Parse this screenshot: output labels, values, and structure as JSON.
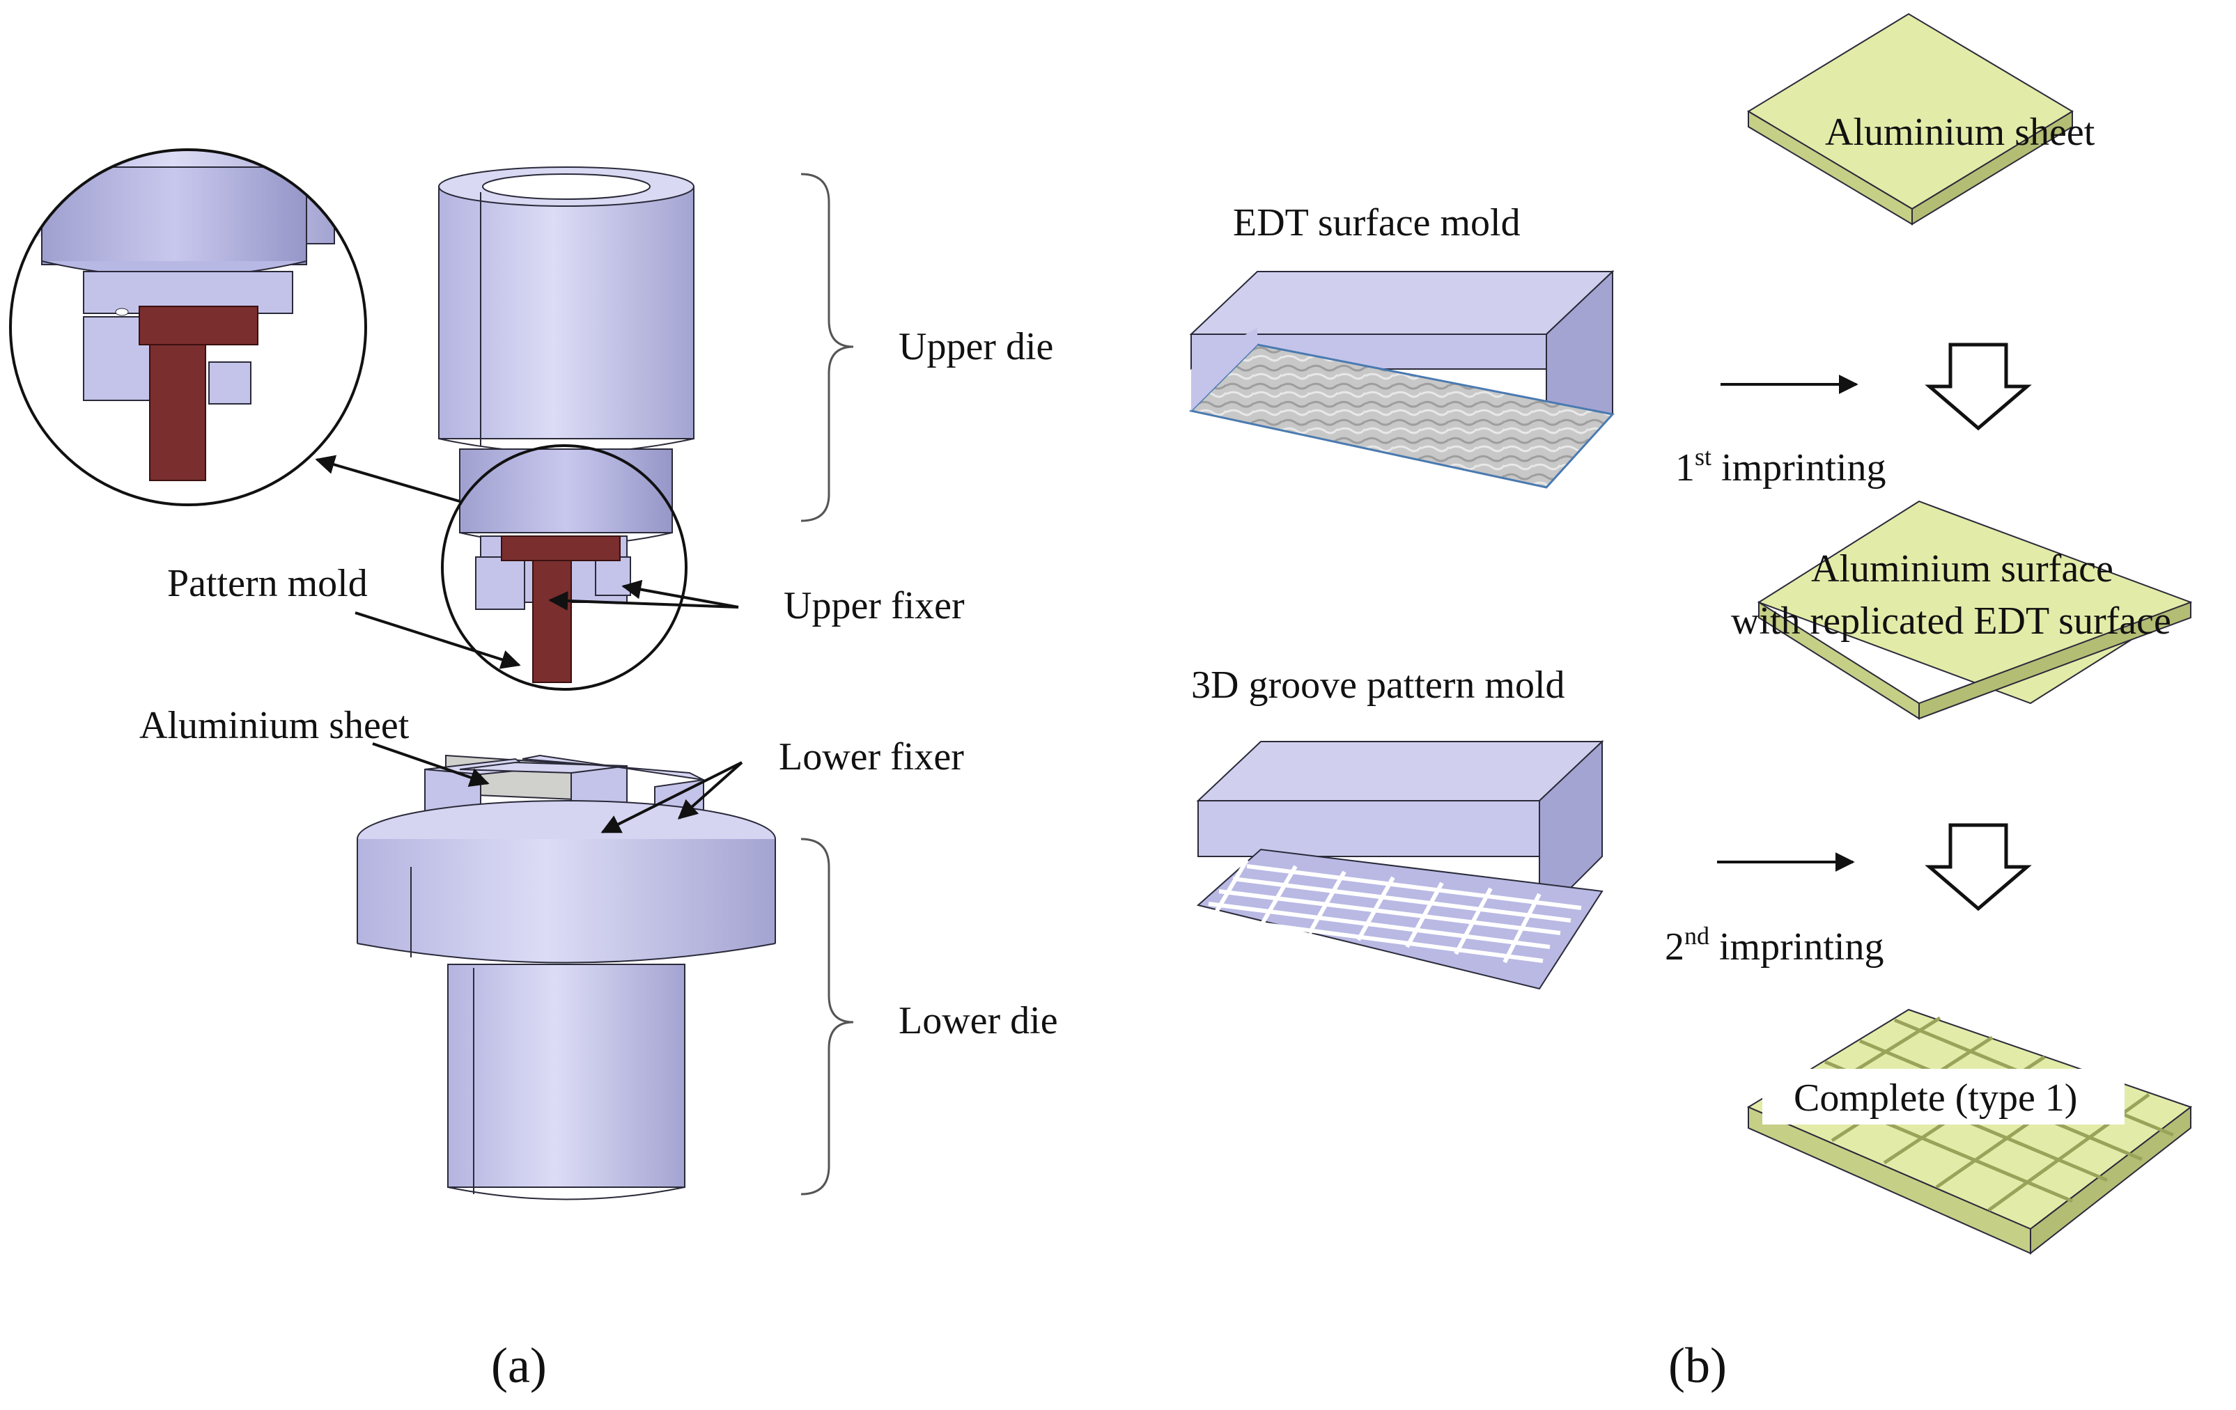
{
  "panel_a": {
    "caption": "(a)",
    "labels": {
      "upper_die": "Upper die",
      "upper_fixer": "Upper fixer",
      "pattern_mold": "Pattern mold",
      "aluminium_sheet": "Aluminium sheet",
      "lower_fixer": "Lower fixer",
      "lower_die": "Lower die"
    }
  },
  "panel_b": {
    "caption": "(b)",
    "molds": {
      "edt": "EDT surface mold",
      "groove": "3D groove pattern mold"
    },
    "steps": {
      "first": {
        "number": "1",
        "suffix": "st",
        "text": " imprinting"
      },
      "second": {
        "number": "2",
        "suffix": "nd",
        "text": " imprinting"
      }
    },
    "stages": {
      "sheet": "Aluminium sheet",
      "replicated_line1": "Aluminium surface",
      "replicated_line2": "with replicated EDT surface",
      "complete": "Complete (type 1)"
    }
  },
  "colors": {
    "die": "#c9c9ec",
    "die_shade": "#a9a9d6",
    "pattern_mold": "#7a2e2e",
    "sheet_top": "#e3eba8",
    "sheet_side": "#c6cf86",
    "outline": "#2a2a3a"
  }
}
